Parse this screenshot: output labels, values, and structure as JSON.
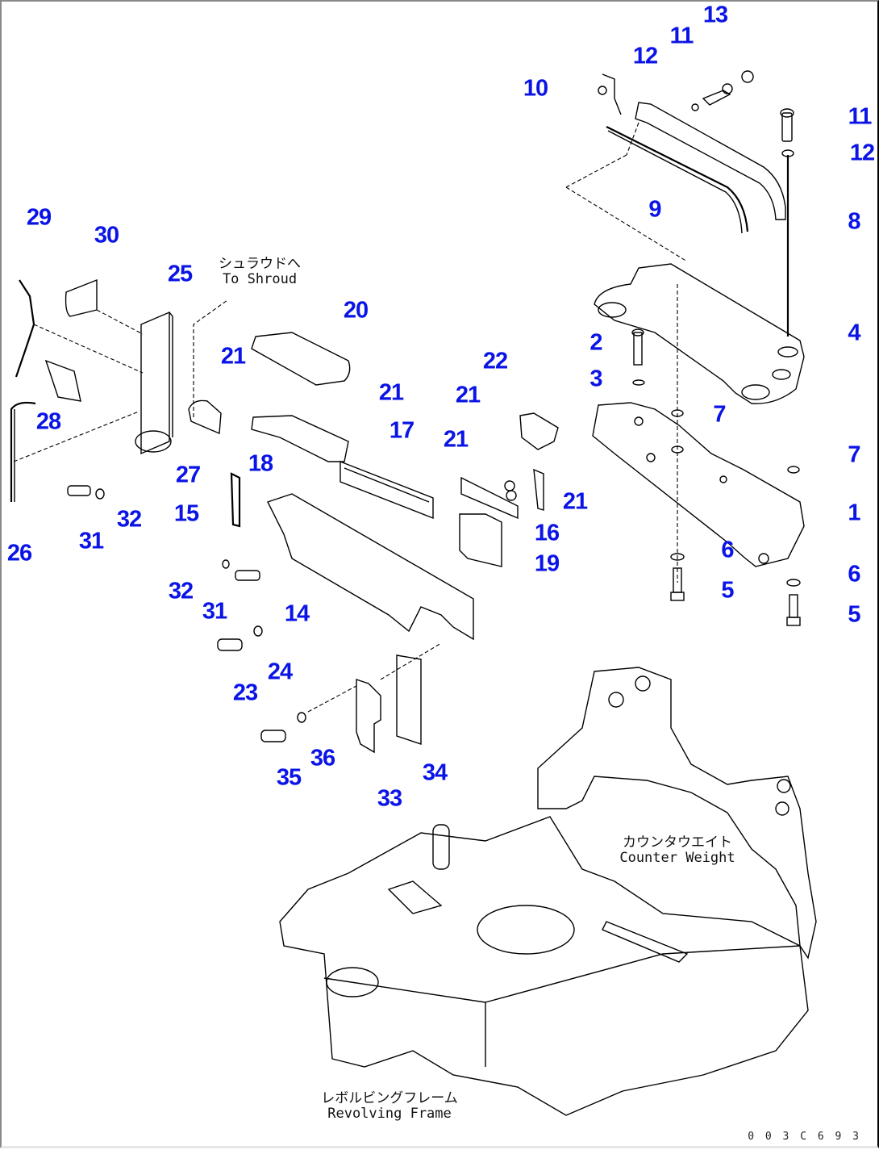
{
  "diagram": {
    "type": "exploded-parts-diagram",
    "callout_color": "#0a14e6",
    "annotations": {
      "to_shroud": {
        "jp": "シュラウドへ",
        "en": "To Shroud"
      },
      "counter_weight": {
        "jp": "カウンタウエイト",
        "en": "Counter Weight"
      },
      "revolving_frame": {
        "jp": "レボルビングフレーム",
        "en": "Revolving Frame"
      }
    },
    "reference_code": "0 0 3 C 6 9 3",
    "callouts": [
      {
        "id": "c13a",
        "label": "13"
      },
      {
        "id": "c11a",
        "label": "11"
      },
      {
        "id": "c12a",
        "label": "12"
      },
      {
        "id": "c10",
        "label": "10"
      },
      {
        "id": "c11b",
        "label": "11"
      },
      {
        "id": "c12b",
        "label": "12"
      },
      {
        "id": "c9",
        "label": "9"
      },
      {
        "id": "c8",
        "label": "8"
      },
      {
        "id": "c29",
        "label": "29"
      },
      {
        "id": "c30",
        "label": "30"
      },
      {
        "id": "c25",
        "label": "25"
      },
      {
        "id": "c20",
        "label": "20"
      },
      {
        "id": "c21a",
        "label": "21"
      },
      {
        "id": "c21b",
        "label": "21"
      },
      {
        "id": "c22",
        "label": "22"
      },
      {
        "id": "c21c",
        "label": "21"
      },
      {
        "id": "c21d",
        "label": "21"
      },
      {
        "id": "c21e",
        "label": "21"
      },
      {
        "id": "c2",
        "label": "2"
      },
      {
        "id": "c3",
        "label": "3"
      },
      {
        "id": "c4",
        "label": "4"
      },
      {
        "id": "c7a",
        "label": "7"
      },
      {
        "id": "c7b",
        "label": "7"
      },
      {
        "id": "c1",
        "label": "1"
      },
      {
        "id": "c6a",
        "label": "6"
      },
      {
        "id": "c6b",
        "label": "6"
      },
      {
        "id": "c5a",
        "label": "5"
      },
      {
        "id": "c5b",
        "label": "5"
      },
      {
        "id": "c28",
        "label": "28"
      },
      {
        "id": "c27",
        "label": "27"
      },
      {
        "id": "c17",
        "label": "17"
      },
      {
        "id": "c18",
        "label": "18"
      },
      {
        "id": "c15",
        "label": "15"
      },
      {
        "id": "c32a",
        "label": "32"
      },
      {
        "id": "c31a",
        "label": "31"
      },
      {
        "id": "c26",
        "label": "26"
      },
      {
        "id": "c16",
        "label": "16"
      },
      {
        "id": "c19",
        "label": "19"
      },
      {
        "id": "c32b",
        "label": "32"
      },
      {
        "id": "c31b",
        "label": "31"
      },
      {
        "id": "c14",
        "label": "14"
      },
      {
        "id": "c24",
        "label": "24"
      },
      {
        "id": "c23",
        "label": "23"
      },
      {
        "id": "c36",
        "label": "36"
      },
      {
        "id": "c35",
        "label": "35"
      },
      {
        "id": "c34",
        "label": "34"
      },
      {
        "id": "c33",
        "label": "33"
      }
    ]
  }
}
